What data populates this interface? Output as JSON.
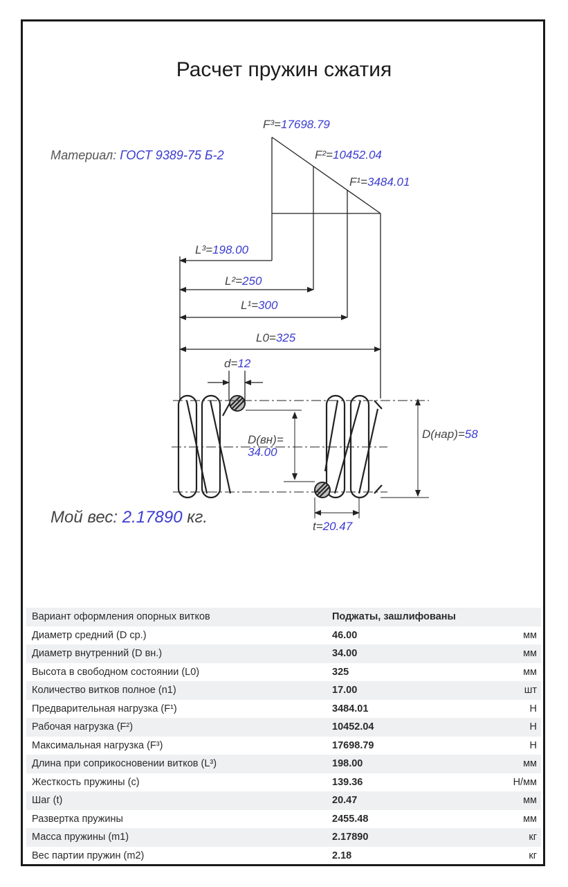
{
  "title": "Расчет пружин сжатия",
  "material": {
    "label": "Материал:",
    "value": "ГОСТ 9389-75 Б-2"
  },
  "diagram": {
    "f3": {
      "prefix": "F³=",
      "value": "17698.79"
    },
    "f2": {
      "prefix": "F²=",
      "value": "10452.04"
    },
    "f1": {
      "prefix": "F¹=",
      "value": "3484.01"
    },
    "l3": {
      "prefix": "L³=",
      "value": "198.00"
    },
    "l2": {
      "prefix": "L²=",
      "value": "250"
    },
    "l1": {
      "prefix": "L¹=",
      "value": "300"
    },
    "l0": {
      "prefix": "L0=",
      "value": "325"
    },
    "d": {
      "prefix": "d=",
      "value": "12"
    },
    "d_inner": {
      "prefix": "D(вн)=",
      "value": "34.00"
    },
    "d_outer": {
      "prefix": "D(нар)=",
      "value": "58"
    },
    "t": {
      "prefix": "t=",
      "value": "20.47"
    }
  },
  "weight": {
    "label": "Мой вес:",
    "value": "2.17890",
    "unit": "кг."
  },
  "table": [
    {
      "name": "Вариант оформления опорных витков",
      "value": "Поджаты, зашлифованы",
      "unit": ""
    },
    {
      "name": "Диаметр средний (D ср.)",
      "value": "46.00",
      "unit": "мм"
    },
    {
      "name": "Диаметр внутренний (D вн.)",
      "value": "34.00",
      "unit": "мм"
    },
    {
      "name": "Высота в свободном состоянии (L0)",
      "value": "325",
      "unit": "мм"
    },
    {
      "name": "Количество витков полное (n1)",
      "value": "17.00",
      "unit": "шт"
    },
    {
      "name": "Предварительная нагрузка (F¹)",
      "value": "3484.01",
      "unit": "Н"
    },
    {
      "name": "Рабочая нагрузка (F²)",
      "value": "10452.04",
      "unit": "Н"
    },
    {
      "name": "Максимальная нагрузка (F³)",
      "value": "17698.79",
      "unit": "Н"
    },
    {
      "name": "Длина при соприкосновении витков (L³)",
      "value": "198.00",
      "unit": "мм"
    },
    {
      "name": "Жесткость пружины (c)",
      "value": "139.36",
      "unit": "Н/мм"
    },
    {
      "name": "Шаг (t)",
      "value": "20.47",
      "unit": "мм"
    },
    {
      "name": "Развертка пружины",
      "value": "2455.48",
      "unit": "мм"
    },
    {
      "name": "Масса пружины (m1)",
      "value": "2.17890",
      "unit": "кг"
    },
    {
      "name": "Вес партии пружин (m2)",
      "value": "2.18",
      "unit": "кг"
    }
  ]
}
